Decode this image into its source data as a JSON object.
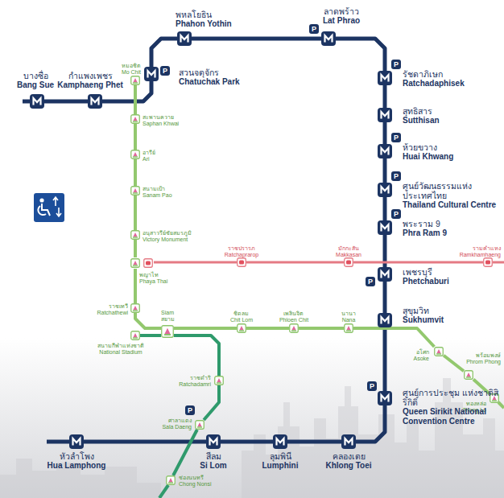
{
  "diagram": {
    "nodes": [
      {
        "text": [
          "พหลโยธิน",
          "Phahon Yothin"
        ]
      },
      {
        "text": [
          "ลาดพร้าว",
          "Lat Phrao"
        ]
      },
      {
        "text": [
          "บางซื่อ",
          "Bang Sue"
        ]
      },
      {
        "text": [
          "กำแพงเพชร",
          "Kamphaeng Phet"
        ]
      },
      {
        "text": [
          "หมอชิต",
          "Mo Chit"
        ]
      },
      {
        "text": [
          "สวนจตุจักร",
          "Chatuchak Park"
        ]
      },
      {
        "text": [
          "รัชดาภิเษก",
          "Ratchadaphisek"
        ]
      },
      {
        "text": [
          "สะพานควาย",
          "Saphan Khwai"
        ]
      },
      {
        "text": [
          "สุทธิสาร",
          "Sutthisan"
        ]
      },
      {
        "text": [
          "อารีย์",
          "Ari"
        ]
      },
      {
        "text": [
          "ห้วยขวาง",
          "Huai Khwang"
        ]
      },
      {
        "text": [
          "สนามเป้า",
          "Sanam Pao"
        ]
      },
      {
        "text": [
          "ศูนย์วัฒนธรรมแห่งประเทศไทย",
          "Thailand Cultural Centre"
        ]
      },
      {
        "text": [
          "พระราม 9",
          "Phra Ram 9"
        ]
      },
      {
        "text": [
          "อนุสาวรีย์ชัยสมรภูมิ",
          "Victory Monument"
        ]
      },
      {
        "text": [
          "พญาไท",
          "Phaya Thai"
        ]
      },
      {
        "text": [
          "ราชปรารภ",
          "Ratchaprarop"
        ]
      },
      {
        "text": [
          "มักกะสัน",
          "Makkasan"
        ]
      },
      {
        "text": [
          "เพชรบุรี",
          "Phetchaburi"
        ]
      },
      {
        "text": [
          "รามคำแหง",
          "Ramkhamhaeng"
        ]
      },
      {
        "text": [
          "ราชเทวี",
          "Ratchathewi"
        ]
      },
      {
        "text": [
          "Siam",
          "สยาม"
        ]
      },
      {
        "text": [
          "ชิดลม",
          "Chit Lom"
        ]
      },
      {
        "text": [
          "เพลินจิต",
          "Phloen Chit"
        ]
      },
      {
        "text": [
          "นานา",
          "Nana"
        ]
      },
      {
        "text": [
          "สุขุมวิท",
          "Sukhumvit"
        ]
      },
      {
        "text": [
          "สนามกีฬาแห่งชาติ",
          "National Stadium"
        ]
      },
      {
        "text": [
          "อโศก",
          "Asoke"
        ]
      },
      {
        "text": [
          "พร้อมพงษ์",
          "Phrom Phong"
        ]
      },
      {
        "text": [
          "ราชดำริ",
          "Ratchadamri"
        ]
      },
      {
        "text": [
          "ทองหล่อ",
          "Thong Lo"
        ]
      },
      {
        "text": [
          "ศูนย์การประชุม แห่งชาติสิริกิติ์",
          "Queen Sirikit National Convention Centre"
        ]
      },
      {
        "text": [
          "ศาลาแดง",
          "Sala Daeng"
        ]
      },
      {
        "text": [
          "หัวลำโพง",
          "Hua Lamphong"
        ]
      },
      {
        "text": [
          "สีลม",
          "Si Lom"
        ]
      },
      {
        "text": [
          "ลุมพินี",
          "Lumphini"
        ]
      },
      {
        "text": [
          "คลองเตย",
          "Khlong Toei"
        ]
      },
      {
        "text": [
          "ช่องนนทรี",
          "Chong Nonsi"
        ]
      }
    ],
    "edges": [
      {
        "from": 2,
        "to": 3,
        "arrow": "none"
      },
      {
        "from": 3,
        "to": 5,
        "arrow": "none"
      },
      {
        "from": 5,
        "to": 0,
        "arrow": "none"
      },
      {
        "from": 0,
        "to": 1,
        "arrow": "none"
      },
      {
        "from": 1,
        "to": 6,
        "arrow": "none"
      },
      {
        "from": 6,
        "to": 8,
        "arrow": "none"
      },
      {
        "from": 8,
        "to": 10,
        "arrow": "none"
      },
      {
        "from": 10,
        "to": 12,
        "arrow": "none"
      },
      {
        "from": 12,
        "to": 13,
        "arrow": "none"
      },
      {
        "from": 13,
        "to": 18,
        "arrow": "none"
      },
      {
        "from": 18,
        "to": 25,
        "arrow": "none"
      },
      {
        "from": 25,
        "to": 31,
        "arrow": "none"
      },
      {
        "from": 31,
        "to": 36,
        "arrow": "none"
      },
      {
        "from": 36,
        "to": 35,
        "arrow": "none"
      },
      {
        "from": 35,
        "to": 34,
        "arrow": "none"
      },
      {
        "from": 34,
        "to": 33,
        "arrow": "none"
      },
      {
        "from": 4,
        "to": 7,
        "arrow": "none"
      },
      {
        "from": 7,
        "to": 9,
        "arrow": "none"
      },
      {
        "from": 9,
        "to": 11,
        "arrow": "none"
      },
      {
        "from": 11,
        "to": 14,
        "arrow": "none"
      },
      {
        "from": 14,
        "to": 15,
        "arrow": "none"
      },
      {
        "from": 15,
        "to": 20,
        "arrow": "none"
      },
      {
        "from": 20,
        "to": 21,
        "arrow": "none"
      },
      {
        "from": 21,
        "to": 22,
        "arrow": "none"
      },
      {
        "from": 22,
        "to": 23,
        "arrow": "none"
      },
      {
        "from": 23,
        "to": 24,
        "arrow": "none"
      },
      {
        "from": 24,
        "to": 27,
        "arrow": "none"
      },
      {
        "from": 27,
        "to": 28,
        "arrow": "none"
      },
      {
        "from": 28,
        "to": 30,
        "arrow": "none"
      },
      {
        "from": 26,
        "to": 21,
        "arrow": "none"
      },
      {
        "from": 21,
        "to": 29,
        "arrow": "none"
      },
      {
        "from": 29,
        "to": 32,
        "arrow": "none"
      },
      {
        "from": 32,
        "to": 37,
        "arrow": "none"
      },
      {
        "from": 15,
        "to": 16,
        "arrow": "none"
      },
      {
        "from": 16,
        "to": 17,
        "arrow": "none"
      },
      {
        "from": 17,
        "to": 19,
        "arrow": "none"
      }
    ],
    "labels": [
      "P",
      "P",
      "P",
      "P",
      "P",
      "P",
      "P",
      "P",
      "P"
    ]
  }
}
